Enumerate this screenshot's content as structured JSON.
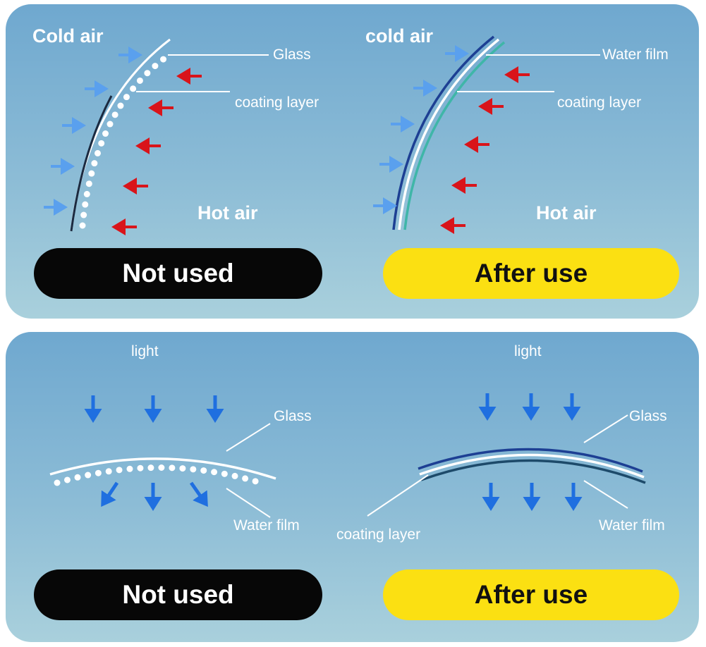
{
  "top_section": {
    "left": {
      "cold_label": "Cold air",
      "hot_label": "Hot air",
      "glass_label": "Glass",
      "coating_label": "coating layer",
      "status_label": "Not used"
    },
    "right": {
      "cold_label": "cold air",
      "hot_label": "Hot air",
      "water_label": "Water film",
      "coating_label": "coating layer",
      "status_label": "After use"
    }
  },
  "bottom_section": {
    "left": {
      "light_label": "light",
      "glass_label": "Glass",
      "water_label": "Water film",
      "status_label": "Not used"
    },
    "right": {
      "light_label": "light",
      "glass_label": "Glass",
      "water_label": "Water film",
      "coating_label": "coating layer",
      "status_label": "After use"
    }
  },
  "colors": {
    "panel_gradient": [
      "#6fa8cf",
      "#a9d0dc"
    ],
    "cold_arrow": "#5aa0ee",
    "hot_arrow": "#d9141a",
    "light_arrow": "#1f6fe0",
    "glass_dark_blue": "#1d3f93",
    "coating_teal": "#3fb6a8",
    "pill_dark": "#070707",
    "pill_yellow": "#fbe012"
  }
}
